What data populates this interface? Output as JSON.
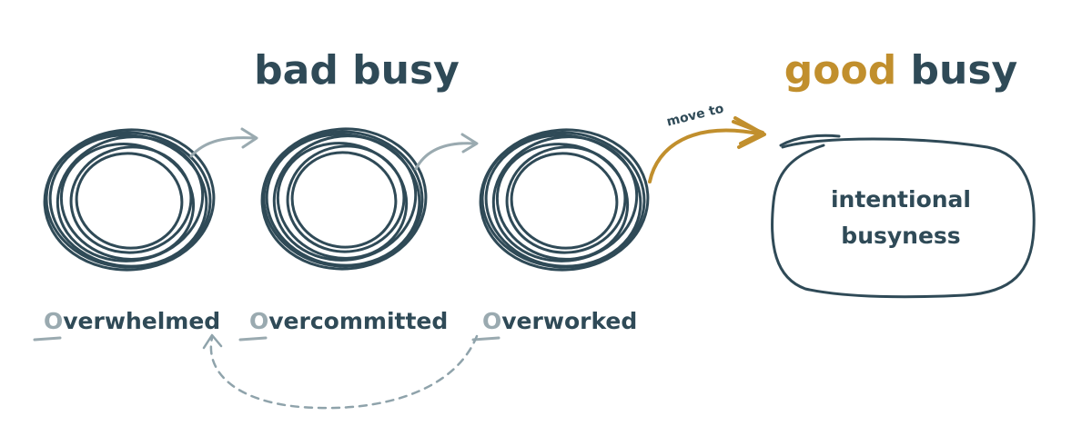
{
  "headings": {
    "bad_title": "bad busy",
    "good_word": "good",
    "good_rest": " busy"
  },
  "states": [
    {
      "first_letter": "O",
      "rest": "verwhelmed"
    },
    {
      "first_letter": "O",
      "rest": "vercommitted"
    },
    {
      "first_letter": "O",
      "rest": "verworked"
    }
  ],
  "transition": {
    "label": "move to"
  },
  "target": {
    "line1": "intentional",
    "line2": "busyness"
  },
  "colors": {
    "dark": "#2f4a57",
    "gold": "#c18f2d",
    "gray": "#9aaab0",
    "dashed": "#8fa3ab"
  }
}
